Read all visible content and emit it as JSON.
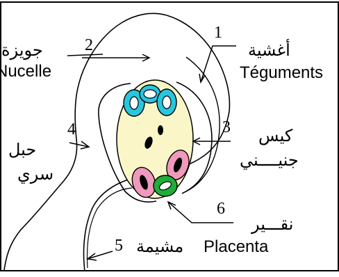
{
  "labels": {
    "n1": "1",
    "n2": "2",
    "n3": "3",
    "n4": "4",
    "n5": "5",
    "n6": "6",
    "nucelle_ar": "جويزة",
    "nucelle_fr": "Nucelle",
    "teguments_ar": "أغشية",
    "teguments_fr": "Téguments",
    "sac_ar_1": "كيس",
    "sac_ar_2": "جنيــــني",
    "funicule_ar_1": "حبل",
    "funicule_ar_2": "سري",
    "micropyle_ar": "نقـــير",
    "placenta_fr": "Placenta",
    "placenta_ar": "مشيمة"
  },
  "colors": {
    "sac_fill": "#fbf6c8",
    "cell_cyan": "#29c6dd",
    "cell_pink": "#ef99bd",
    "cell_green": "#1fae39",
    "nucleus": "#000000"
  }
}
